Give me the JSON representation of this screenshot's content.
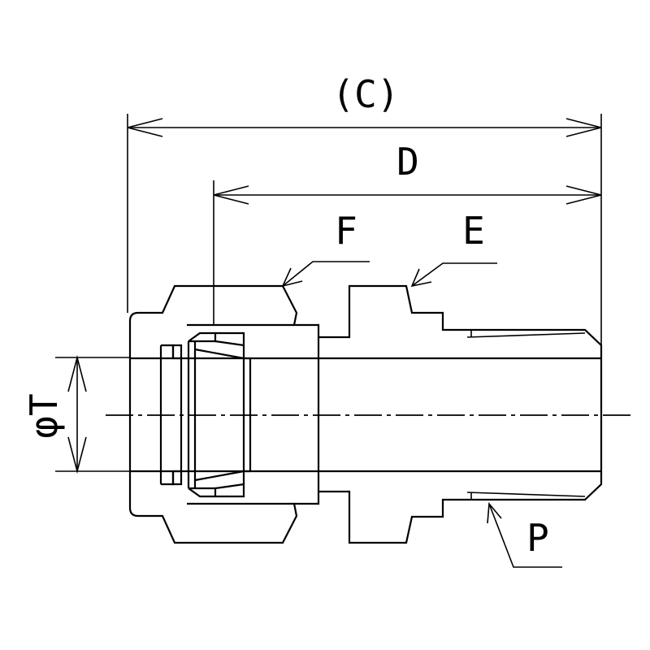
{
  "labels": {
    "overall_length": "(C)",
    "body_length": "D",
    "hex_nut": "F",
    "hex_body": "E",
    "pipe_thread": "P",
    "tube_od": "φT"
  }
}
